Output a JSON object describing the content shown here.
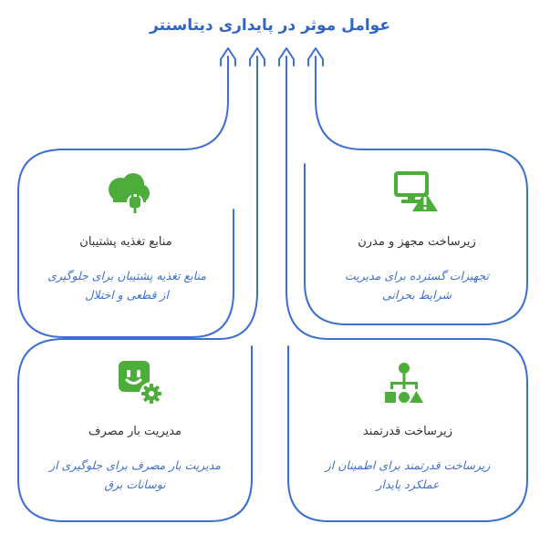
{
  "title": "عوامل موثر در پایداری دیتاسنتر",
  "colors": {
    "line": "#3d6fd0",
    "title": "#2f63c5",
    "icon": "#4cad3a",
    "warning": "#f0b400"
  },
  "cards": [
    {
      "id": "hardware",
      "icon": "monitor-warning-icon",
      "title": "زیرساخت مجهز و مدرن",
      "desc": "تجهیزات گسترده برای مدیریت شرایط بحرانی"
    },
    {
      "id": "backup-power",
      "icon": "power-cloud-plug-icon",
      "title": "منابع تغذیه پشتیبان",
      "desc": "منابع تغذیه پشتیبان برای جلوگیری از قطعی و اختلال"
    },
    {
      "id": "infrastructure",
      "icon": "hierarchy-shapes-icon",
      "title": "زیرساخت قدرتمند",
      "desc": "زیرساخت قدرتمند برای اطمینان از عملکرد پایدار"
    },
    {
      "id": "load-management",
      "icon": "plug-gear-icon",
      "title": "مدیریت بار مصرف",
      "desc": "مدیریت بار مصرف برای جلوگیری از نوسانات برق"
    }
  ]
}
